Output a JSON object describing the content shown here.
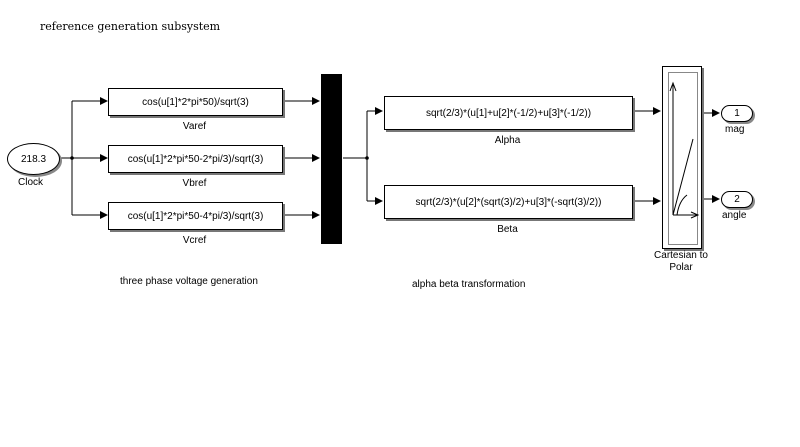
{
  "title": "reference generation subsystem",
  "clock": {
    "value": "218.3",
    "label": "Clock"
  },
  "fcn_blocks": [
    {
      "expr": "cos(u[1]*2*pi*50)/sqrt(3)",
      "label": "Varef"
    },
    {
      "expr": "cos(u[1]*2*pi*50-2*pi/3)/sqrt(3)",
      "label": "Vbref"
    },
    {
      "expr": "cos(u[1]*2*pi*50-4*pi/3)/sqrt(3)",
      "label": "Vcref"
    }
  ],
  "transform_blocks": [
    {
      "expr": "sqrt(2/3)*(u[1]+u[2]*(-1/2)+u[3]*(-1/2))",
      "label": "Alpha"
    },
    {
      "expr": "sqrt(2/3)*(u[2]*(sqrt(3)/2)+u[3]*(-sqrt(3)/2))",
      "label": "Beta"
    }
  ],
  "converter": {
    "label_line1": "Cartesian to",
    "label_line2": "Polar"
  },
  "outports": [
    {
      "number": "1",
      "label": "mag"
    },
    {
      "number": "2",
      "label": "angle"
    }
  ],
  "annotations": {
    "voltage_generation": "three phase voltage generation",
    "alpha_beta": "alpha beta transformation"
  }
}
